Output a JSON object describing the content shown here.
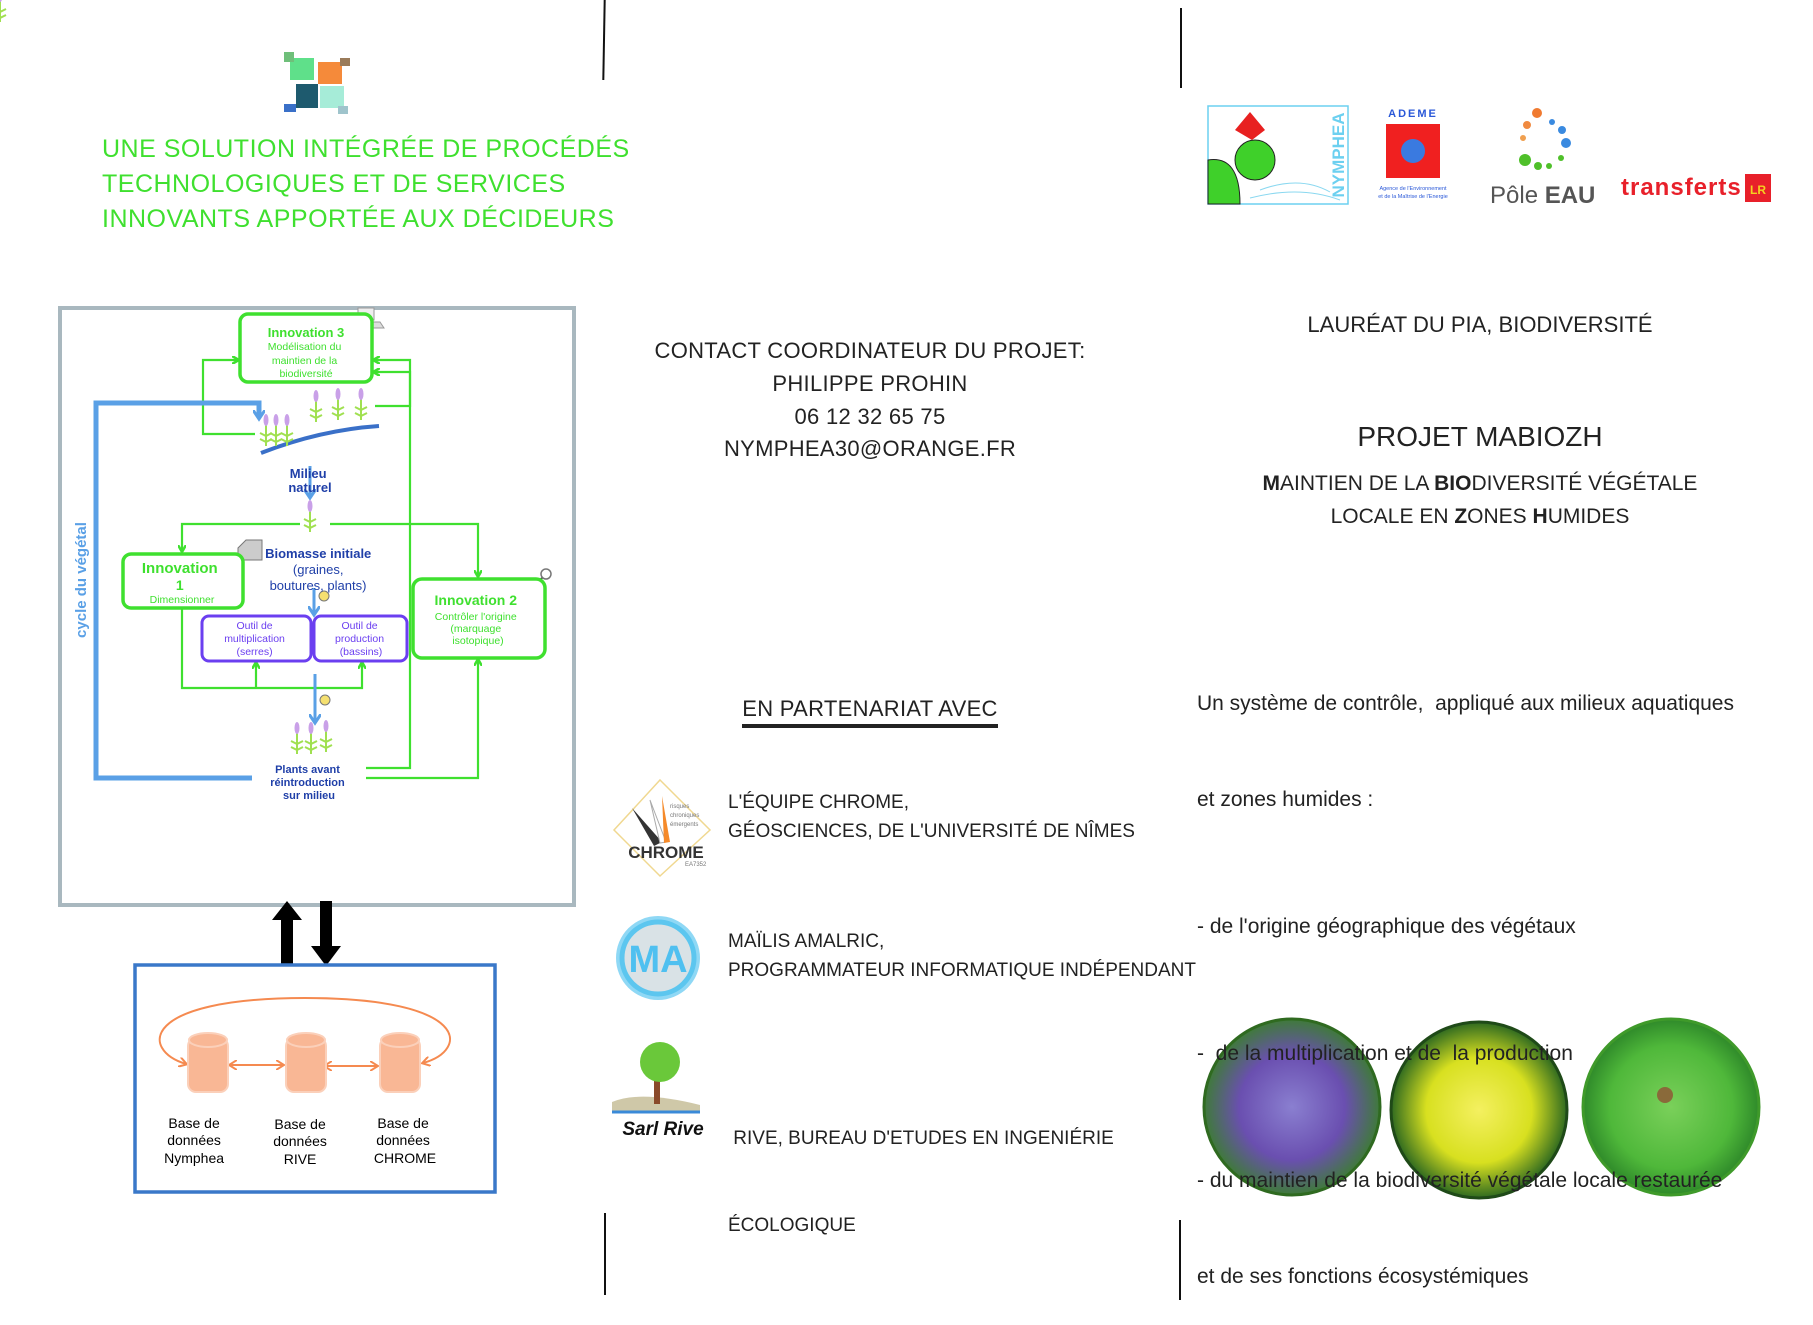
{
  "intro": {
    "title_lines": [
      "UNE SOLUTION INTÉGRÉE DE PROCÉDÉS",
      "TECHNOLOGIQUES ET DE SERVICES",
      "INNOVANTS APPORTÉE AUX DÉCIDEURS"
    ]
  },
  "diagram": {
    "innovation3": {
      "title": "Innovation 3",
      "lines": [
        "Modélisation du",
        "maintien de la",
        "biodiversité"
      ]
    },
    "milieu": [
      "Milieu",
      "naturel"
    ],
    "biomasse": [
      "Biomasse initiale",
      "(graines,",
      "boutures,  plants)"
    ],
    "innovation1": {
      "title": "Innovation",
      "number": "1",
      "subtitle": "Dimensionner"
    },
    "innovation2": {
      "title": "Innovation 2",
      "lines": [
        "Contrôler l'origine",
        "(marquage",
        "isotopique)"
      ]
    },
    "outil1": [
      "Outil de",
      "multiplication",
      "(serres)"
    ],
    "outil2": [
      "Outil de",
      "production",
      "(bassins)"
    ],
    "plants": [
      "Plants avant",
      "réintroduction",
      "sur milieu"
    ],
    "cycle_label": "cycle du végétal",
    "databases": [
      [
        "Base de",
        "données",
        "Nymphea"
      ],
      [
        "Base de",
        "données",
        "RIVE"
      ],
      [
        "Base de",
        "données",
        "CHROME"
      ]
    ]
  },
  "contact": {
    "heading": "CONTACT COORDINATEUR DU PROJET:",
    "name": "PHILIPPE PROHIN",
    "phone": "06 12 32 65 75",
    "email": "NYMPHEA30@ORANGE.FR"
  },
  "partners": {
    "heading": "EN PARTENARIAT AVEC",
    "items": [
      {
        "logo": "chrome-logo",
        "logo_text": "CHROME",
        "logo_sub": [
          "risques",
          "chroniques",
          "émergents"
        ],
        "logo_code": "EA7352",
        "lines": [
          "L'ÉQUIPE CHROME,",
          "GÉOSCIENCES, DE L'UNIVERSITÉ DE NÎMES"
        ]
      },
      {
        "logo": "ma-logo",
        "logo_text": "MA",
        "lines": [
          "MAÏLIS AMALRIC,",
          "PROGRAMMATEUR INFORMATIQUE INDÉPENDANT"
        ]
      },
      {
        "logo": "sarl-rive-logo",
        "logo_text": "Sarl Rive",
        "lines": [
          " RIVE, BUREAU D'ETUDES EN INGENIÉRIE",
          "ÉCOLOGIQUE"
        ]
      }
    ]
  },
  "sponsors": {
    "nymphea": "NYMPHEA",
    "ademe": {
      "name": "ADEME",
      "sub": [
        "Agence de l'Environnement",
        "et de la Maîtrise de l'Energie"
      ]
    },
    "pole_eau": {
      "a": "Pôle ",
      "b": "EAU"
    },
    "transferts": {
      "name": "transferts",
      "badge": "LR"
    }
  },
  "project": {
    "laureat": "LAURÉAT DU PIA, BIODIVERSITÉ",
    "name": "PROJET MABIOZH",
    "subtitle_line1": [
      "M",
      "AINTIEN DE LA ",
      "BIO",
      "DIVERSITÉ VÉGÉTALE"
    ],
    "subtitle_line2": [
      "LOCALE EN ",
      "Z",
      "ONES ",
      "H",
      "UMIDES"
    ],
    "body": [
      "Un système de contrôle,  appliqué aux milieux aquatiques",
      "et zones humides :",
      "- de l'origine géographique des végétaux",
      "-  de la multiplication et de  la production",
      "- du maintien de la biodiversité végétale locale restaurée",
      "et de ses fonctions écosystémiques"
    ]
  },
  "colors": {
    "green": "#3fe02f",
    "blue": "#5aa0e6",
    "dark_blue": "#1f3fa8",
    "purple": "#6b3ff0",
    "orange": "#f7a27a"
  }
}
